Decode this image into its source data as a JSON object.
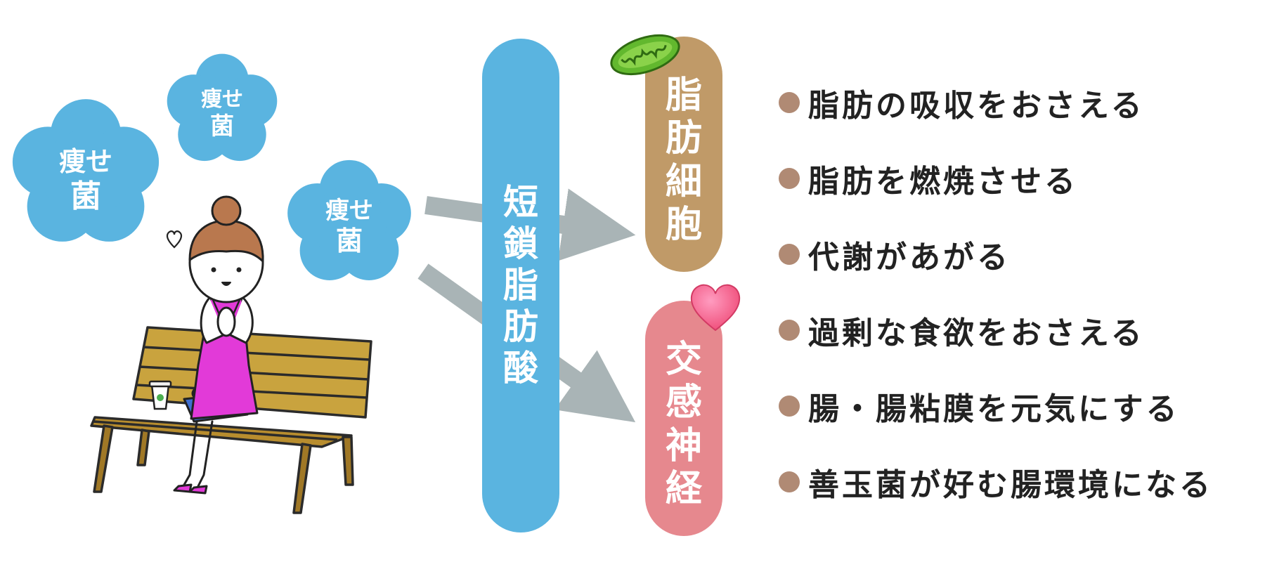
{
  "diagram": {
    "bacteria": [
      {
        "line1": "痩せ",
        "line2": "菌"
      },
      {
        "line1": "痩せ",
        "line2": "菌"
      },
      {
        "line1": "痩せ",
        "line2": "菌"
      }
    ],
    "center_node": {
      "chars": [
        "短",
        "鎖",
        "脂",
        "肪",
        "酸"
      ]
    },
    "targets": [
      {
        "chars": [
          "脂",
          "肪",
          "細",
          "胞"
        ]
      },
      {
        "chars": [
          "交",
          "感",
          "神",
          "経"
        ]
      }
    ],
    "effects": [
      "脂肪の吸収をおさえる",
      "脂肪を燃焼させる",
      "代謝があがる",
      "過剰な食欲をおさえる",
      "腸・腸粘膜を元気にする",
      "善玉菌が好む腸環境になる"
    ],
    "colors": {
      "bacteria_blue": "#5ab4e0",
      "center_blue": "#5ab4e0",
      "fat_cell_tan": "#c09a68",
      "nerve_pink": "#e6888e",
      "arrow_gray": "#a9b4b6",
      "bullet_brown": "#b08a74",
      "bench_wood": "#c9a33e",
      "dress_magenta": "#e23ad8",
      "hair_brown": "#b9784e",
      "mitochondria_green": "#62b82e",
      "heart_pink": "#f36c8c"
    },
    "icons": [
      "mitochondria-icon",
      "heart-icon",
      "small-heart-icon"
    ]
  }
}
